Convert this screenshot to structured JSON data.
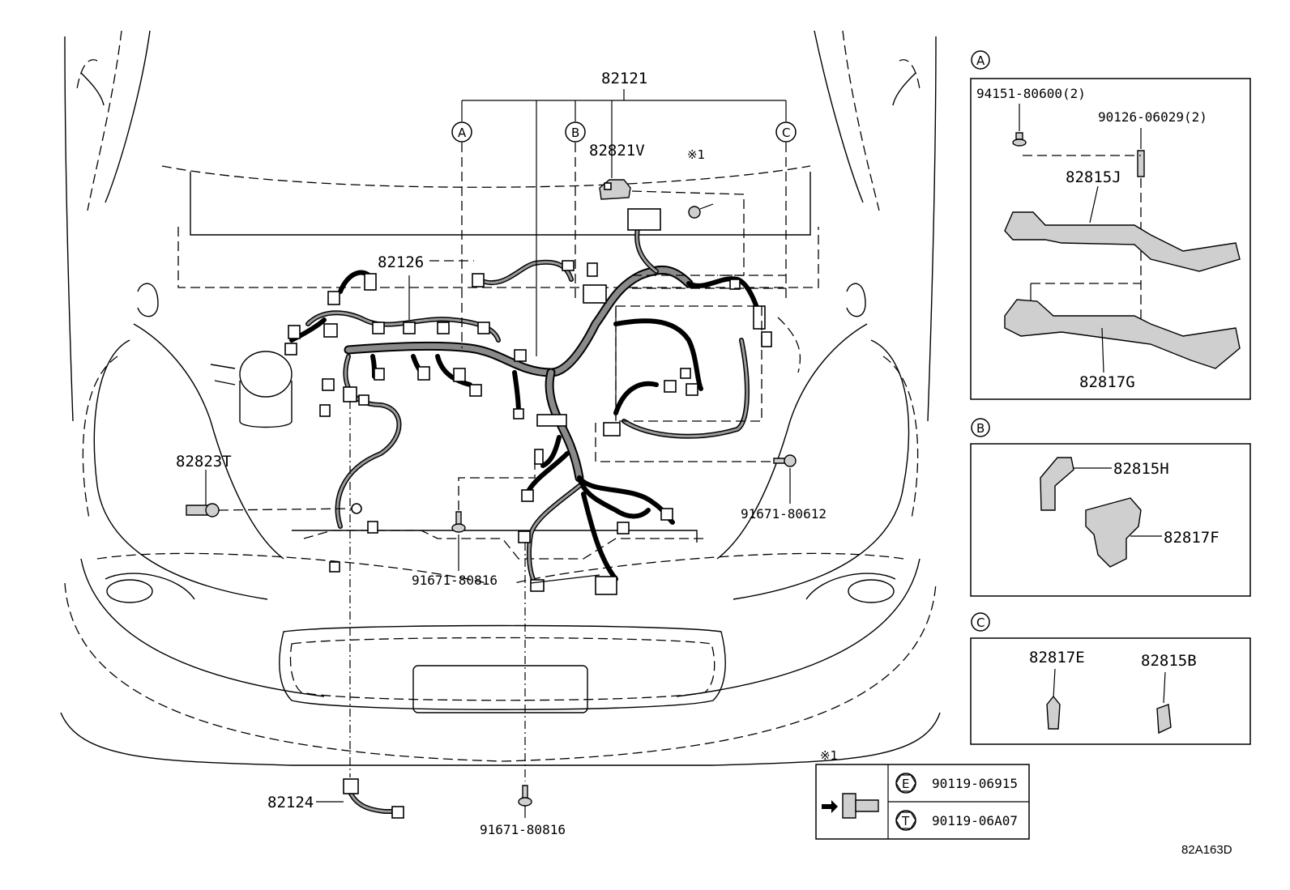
{
  "diagram": {
    "labels": {
      "main_harness": "82121",
      "engine_room_harness": "82126",
      "relay_block": "82821V",
      "clamp_82823T": "82823T",
      "wire_82124": "82124",
      "bolt_left_lower": "91671-80816",
      "bolt_center_bottom": "91671-80816",
      "bolt_right": "91671-80612",
      "note_mark": "※1",
      "drawing_code": "82A163D"
    },
    "callouts": {
      "a": "A",
      "b": "B",
      "c": "C"
    },
    "detail_a": {
      "nut": "94151-80600(2)",
      "stud": "90126-06029(2)",
      "bracket_upper": "82815J",
      "bracket_lower": "82817G"
    },
    "detail_b": {
      "bracket": "82815H",
      "bracket_2": "82817F"
    },
    "detail_c": {
      "clip_1": "82817E",
      "clip_2": "82815B"
    },
    "note_table": {
      "title": "※1",
      "rows": [
        {
          "symbol": "E",
          "part": "90119-06915"
        },
        {
          "symbol": "T",
          "part": "90119-06A07"
        }
      ]
    }
  }
}
